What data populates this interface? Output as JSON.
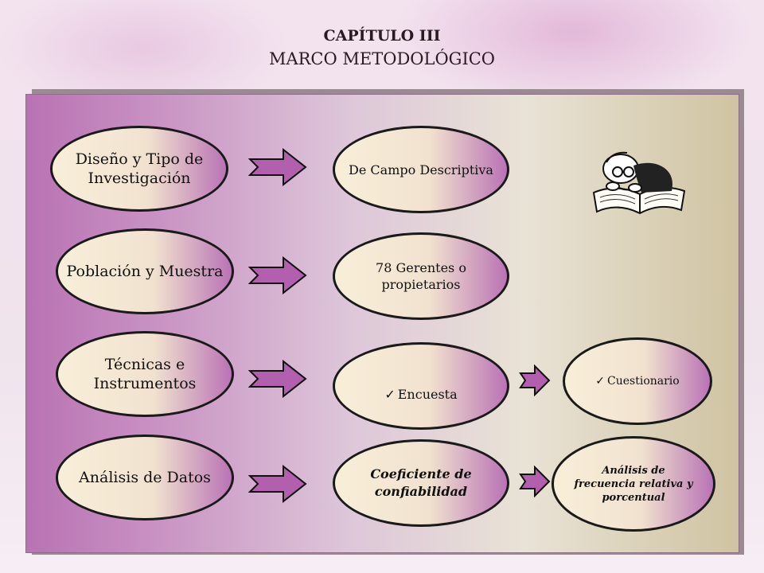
{
  "header": {
    "chapter": "CAPÍTULO III",
    "subtitle": "MARCO METODOLÓGICO"
  },
  "rows": [
    {
      "left": "Diseño y Tipo de Investigación",
      "middle": "De Campo Descriptiva"
    },
    {
      "left": "Población y Muestra",
      "middle": "78 Gerentes o propietarios"
    },
    {
      "left": "Técnicas e Instrumentos",
      "middle": "Encuesta",
      "right": "Cuestionario"
    },
    {
      "left": "Análisis de Datos",
      "middle": "Coeficiente de confiabilidad",
      "right": "Análisis de frecuencia relativa y porcentual"
    }
  ],
  "colors": {
    "panel_left": "#b873b3",
    "panel_right": "#cfc3a1",
    "oval_fill_light": "#f8efd9",
    "oval_fill_accent": "#b973b5",
    "arrow_fill": "#b25fae"
  },
  "icons": [
    "arrow-right-icon",
    "checkmark-icon",
    "reader-with-book-illustration"
  ]
}
